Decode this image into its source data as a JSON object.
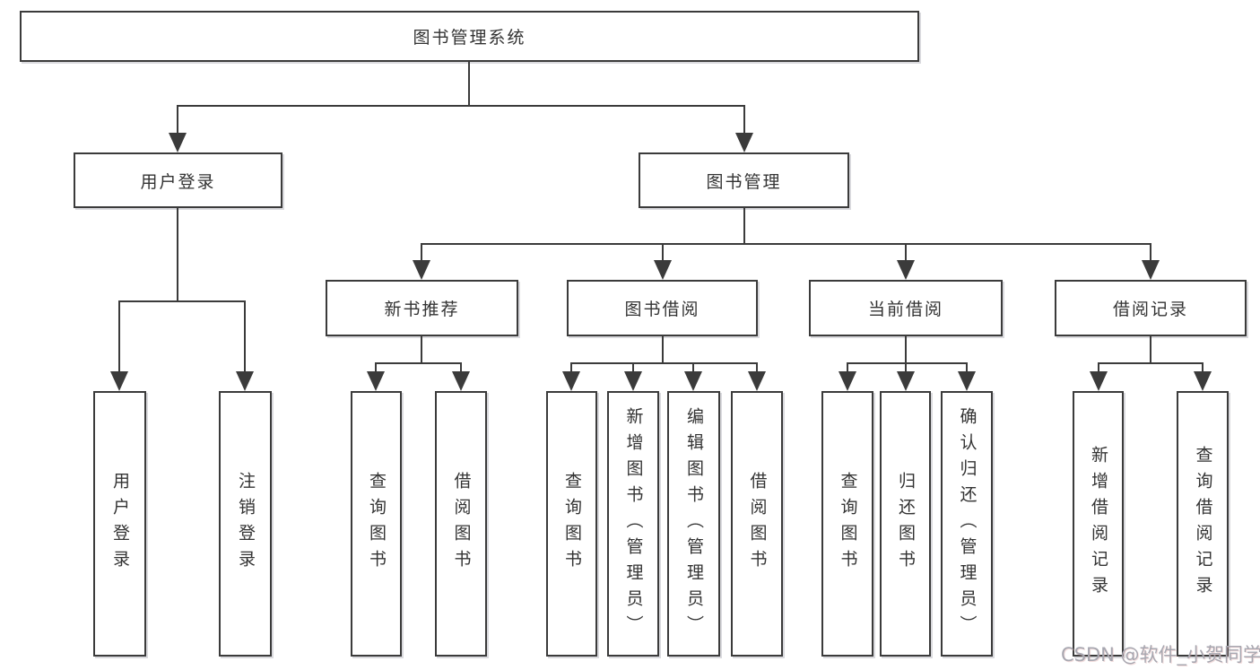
{
  "tree": {
    "label": "图书管理系统",
    "children": [
      {
        "label": "用户登录",
        "children": [
          {
            "label": "用户登录"
          },
          {
            "label": "注销登录"
          }
        ]
      },
      {
        "label": "图书管理",
        "children": [
          {
            "label": "新书推荐",
            "children": [
              {
                "label": "查询图书"
              },
              {
                "label": "借阅图书"
              }
            ]
          },
          {
            "label": "图书借阅",
            "children": [
              {
                "label": "查询图书"
              },
              {
                "label": "新增图书（管理员）"
              },
              {
                "label": "编辑图书（管理员）"
              },
              {
                "label": "借阅图书"
              }
            ]
          },
          {
            "label": "当前借阅",
            "children": [
              {
                "label": "查询图书"
              },
              {
                "label": "归还图书"
              },
              {
                "label": "确认归还（管理员）"
              }
            ]
          },
          {
            "label": "借阅记录",
            "children": [
              {
                "label": "新增借阅记录"
              },
              {
                "label": "查询借阅记录"
              }
            ]
          }
        ]
      }
    ]
  },
  "watermark": {
    "text": "CSDN @软件_小贺同学"
  },
  "colors": {
    "line": "#3b3b3b",
    "text": "#333333",
    "background": "#ffffff",
    "watermark": "#a7a7b0"
  }
}
